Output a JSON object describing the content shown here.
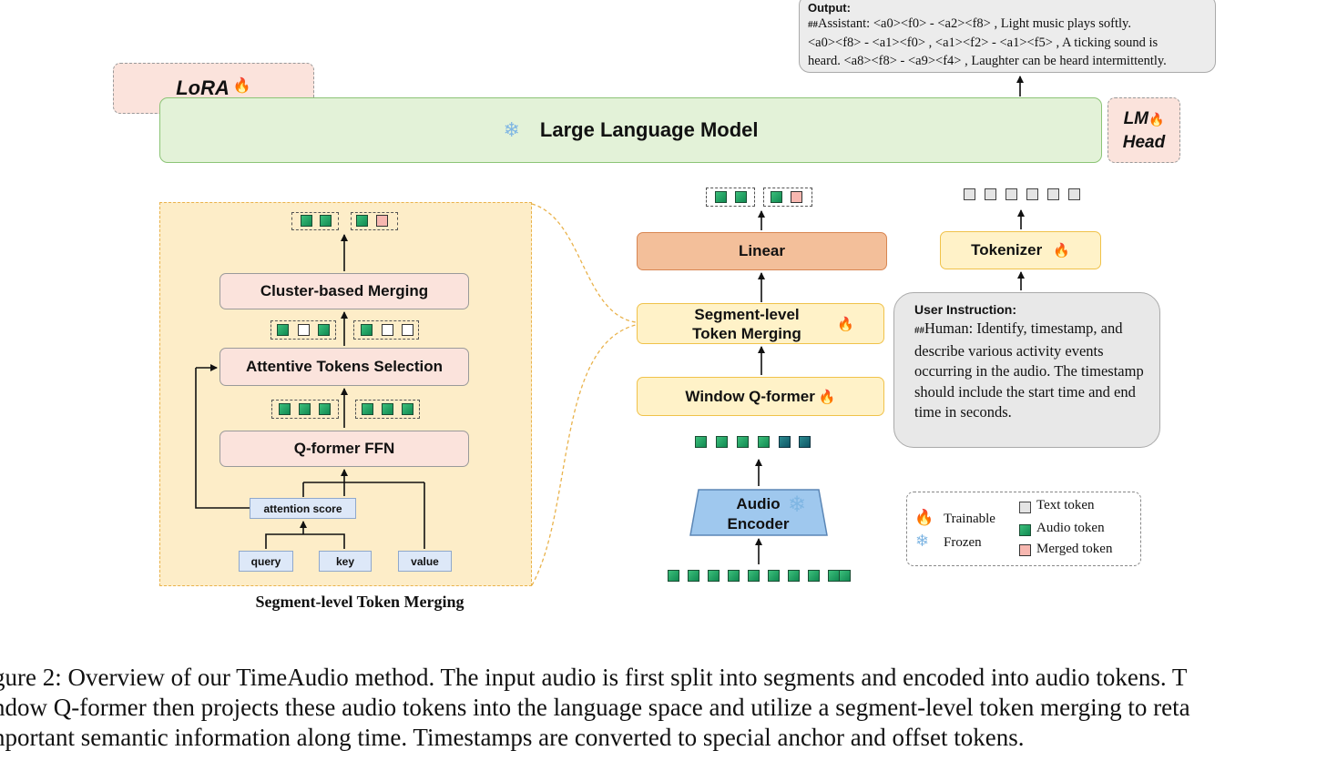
{
  "lora": {
    "label": "LoRA",
    "icon": "flame-icon"
  },
  "llm": {
    "label": "Large Language Model",
    "icon": "snowflake-icon"
  },
  "lm_head": {
    "line1": "LM",
    "line2": "Head",
    "icon": "flame-icon"
  },
  "output": {
    "title": "Output:",
    "prefix": "##",
    "line1": "Assistant: <a0><f0> - <a2><f8> , Light music plays softly.",
    "line2": "<a0><f8> - <a1><f0> , <a1><f2> - <a1><f5> , A ticking sound is",
    "line3": "heard. <a8><f8> - <a9><f4> , Laughter can be heard intermittently."
  },
  "merging_panel": {
    "caption": "Segment-level Token Merging",
    "cluster": "Cluster-based Merging",
    "attentive": "Attentive Tokens Selection",
    "ffn": "Q-former FFN",
    "attention_score": "attention score",
    "query": "query",
    "key": "key",
    "value": "value"
  },
  "pipeline": {
    "linear": "Linear",
    "seg_merge_1": "Segment-level",
    "seg_merge_2": "Token Merging",
    "window_qformer": "Window Q-former",
    "audio_encoder_1": "Audio",
    "audio_encoder_2": "Encoder"
  },
  "text_branch": {
    "tokenizer": "Tokenizer",
    "instruction_title": "User Instruction:",
    "prefix": "##",
    "instruction_text": "Human: Identify, timestamp, and describe various activity events occurring in the audio. The timestamp should include the start time and end time in seconds."
  },
  "legend": {
    "trainable": "Trainable",
    "frozen": "Frozen",
    "text_token": "Text token",
    "audio_token": "Audio token",
    "merged_token": "Merged token"
  },
  "caption": {
    "line1": "gure 2: Overview of our TimeAudio method. The input audio is first split into segments and encoded into audio tokens. T",
    "line2": "ndow Q-former then projects these audio tokens into the language space and utilize a segment-level token merging to reta",
    "line3": "nportant semantic information along time. Timestamps are converted to special anchor and offset tokens."
  },
  "colors": {
    "llm_fill": "#e3f2d8",
    "peach_fill": "#fbe3dc",
    "yellow_fill": "#fff2c8",
    "linear_fill": "#f3bf9a",
    "audio_encoder_fill": "#9fc8ee",
    "panel_fill": "#fdedc8"
  }
}
